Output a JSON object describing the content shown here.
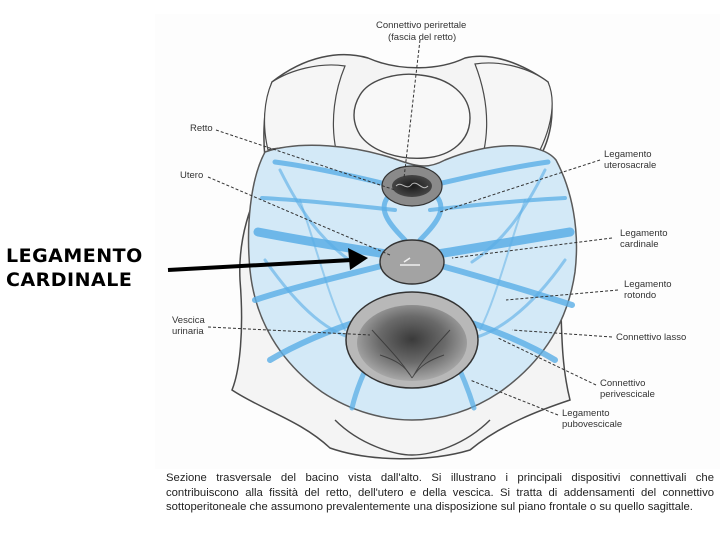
{
  "big_label": {
    "line1": "LEGAMENTO",
    "line2": "CARDINALE"
  },
  "labels": {
    "connettivo_perirettale_1": "Connettivo perirettale",
    "connettivo_perirettale_2": "(fascia del retto)",
    "retto": "Retto",
    "utero": "Utero",
    "vescica_1": "Vescica",
    "vescica_2": "urinaria",
    "uterosacrale_1": "Legamento",
    "uterosacrale_2": "uterosacrale",
    "cardinale_1": "Legamento",
    "cardinale_2": "cardinale",
    "rotondo_1": "Legamento",
    "rotondo_2": "rotondo",
    "connettivo_lasso": "Connettivo lasso",
    "perivescicale_1": "Connettivo",
    "perivescicale_2": "perivescicale",
    "pubovescicale_1": "Legamento",
    "pubovescicale_2": "pubovescicale"
  },
  "caption": "Sezione trasversale del bacino vista dall'alto. Si illustrano i principali dispositivi connettivali che contribuiscono alla fissità del retto, dell'utero e della vescica. Si tratta di addensamenti del connettivo sottoperitoneale che assumono prevalentemente una disposizione sul piano frontale o su quello sagittale.",
  "colors": {
    "connective_blue": "#6fb7ea",
    "pale_blue": "#cfe6f6",
    "tissue_outline": "#555555",
    "organ_grey": "#9a9a9a"
  }
}
